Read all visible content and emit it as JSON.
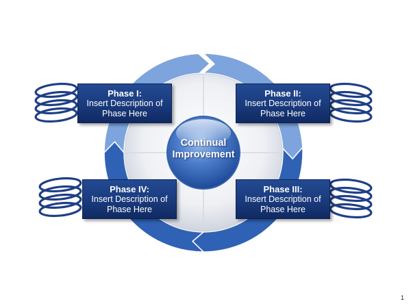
{
  "center": {
    "line1": "Continual",
    "line2": "Improvement"
  },
  "phases": [
    {
      "title": "Phase I:",
      "desc_line1": "Insert Description of",
      "desc_line2": "Phase Here"
    },
    {
      "title": "Phase II:",
      "desc_line1": "Insert Description of",
      "desc_line2": "Phase Here"
    },
    {
      "title": "Phase III:",
      "desc_line1": "Insert Description of",
      "desc_line2": "Phase Here"
    },
    {
      "title": "Phase IV:",
      "desc_line1": "Insert Description of",
      "desc_line2": "Phase Here"
    }
  ],
  "page_number": "1",
  "colors": {
    "ring_light": "#7da4dc",
    "ring_dark": "#2f62b4",
    "box_fill": "#1a3a7c",
    "spring": "#1f3f86"
  },
  "icons": [
    "spring-coil-icon",
    "cycle-arrow-icon"
  ]
}
